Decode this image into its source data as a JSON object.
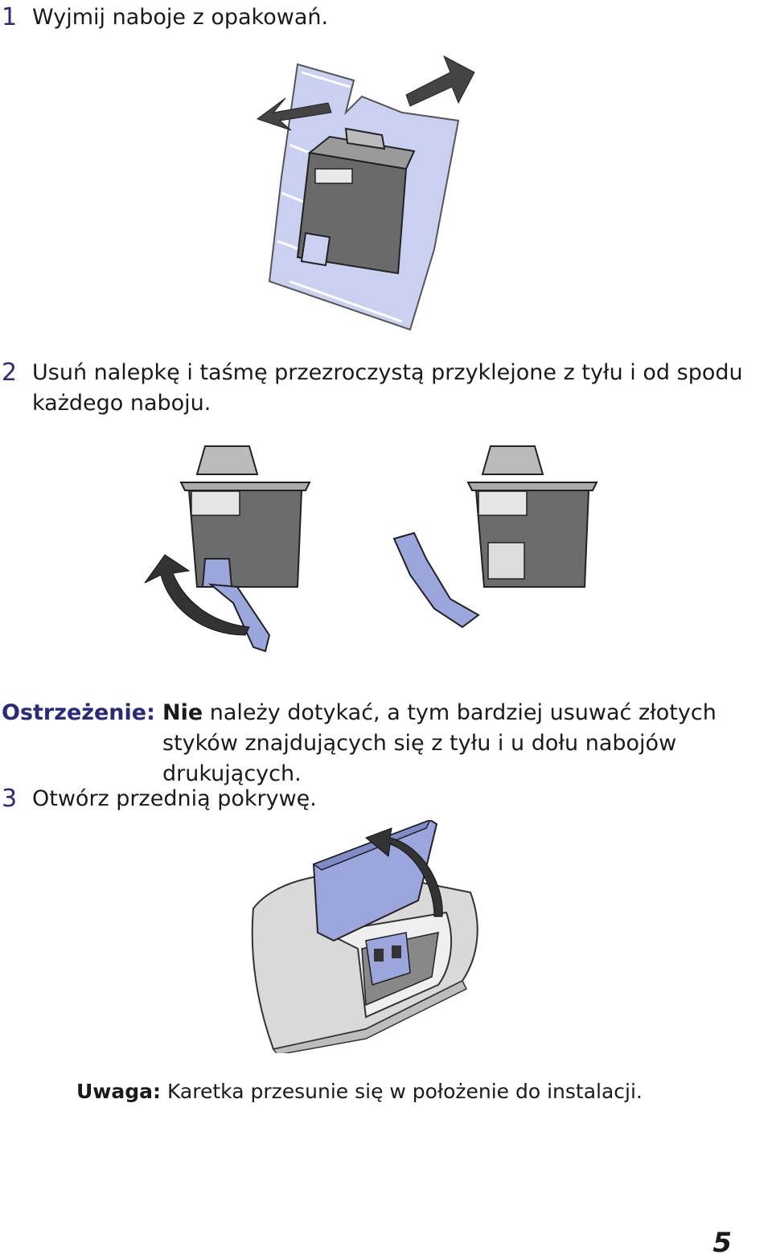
{
  "steps": [
    {
      "number": "1",
      "text": "Wyjmij naboje z opakowań."
    },
    {
      "number": "2",
      "text": "Usuń nalepkę i taśmę przezroczystą przyklejone z tyłu i od spodu każdego naboju."
    },
    {
      "number": "3",
      "text": "Otwórz przednią pokrywę."
    }
  ],
  "warning": {
    "label": "Ostrzeżenie:",
    "emphasis": "Nie",
    "text": " należy dotykać, a tym bardziej usuwać złotych styków znajdujących się z tyłu i u dołu nabojów drukujących."
  },
  "note": {
    "label": "Uwaga:",
    "text": " Karetka przesunie się w położenie do instalacji."
  },
  "page_number": "5",
  "colors": {
    "accent": "#2a2a7a",
    "tape_blue": "#9aa6dc",
    "cartridge_dark": "#555555",
    "cartridge_mid": "#8a8a8a",
    "printer_gray": "#d9d9d9"
  }
}
